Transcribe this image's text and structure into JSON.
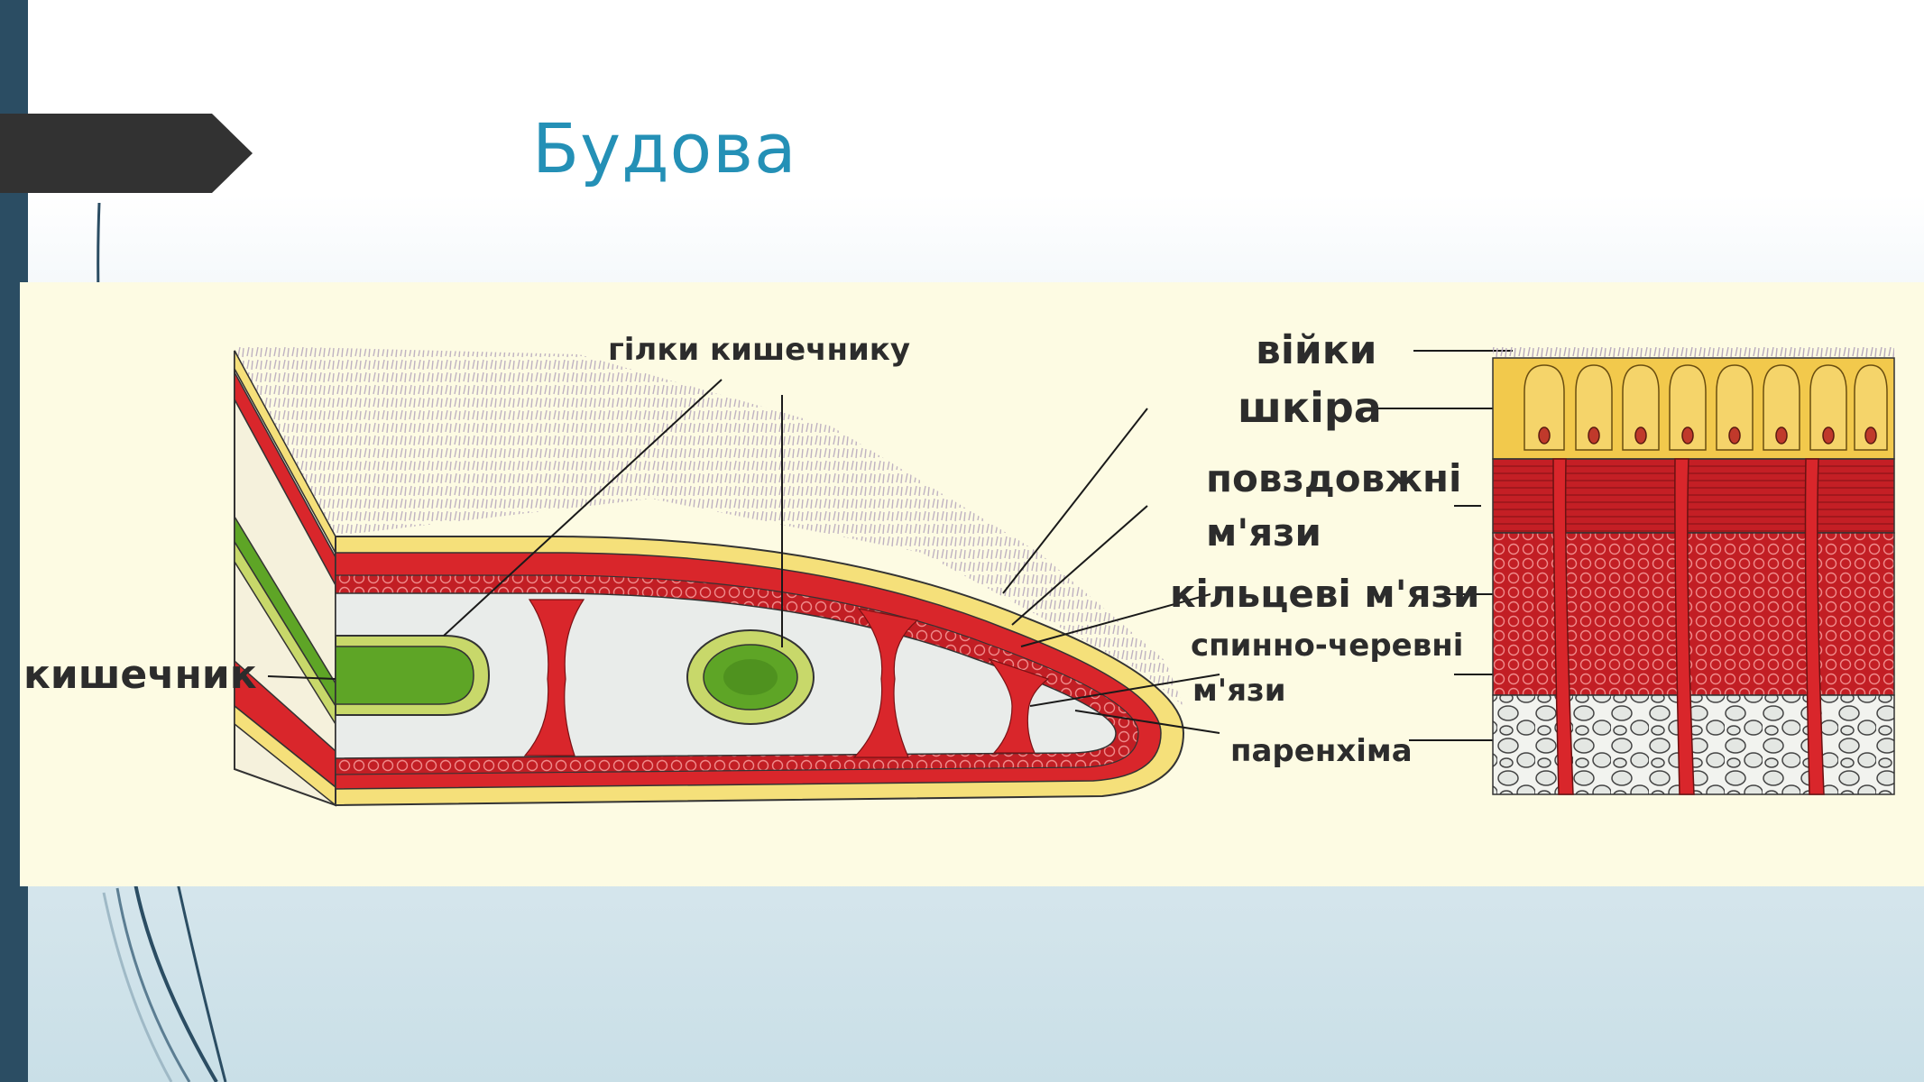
{
  "slide": {
    "title": "Будова"
  },
  "figure": {
    "labels": {
      "gut_branches": "гілки кишечнику",
      "gut": "кишечник",
      "cilia": "війки",
      "skin": "шкіра",
      "longitudinal": "повздовжні",
      "muscles": "м'язи",
      "circular_muscles": "кільцеві м'язи",
      "dorsoventral": "спинно-черевні",
      "muscles2": "м'язи",
      "parenchyma": "паренхіма"
    },
    "colors": {
      "background": "#fdfbe3",
      "muscle_red": "#d9262b",
      "skin_yellow": "#f5e07a",
      "gut_green": "#5ea526",
      "parenchyma": "#e9ecea",
      "title": "#2490b6"
    }
  }
}
